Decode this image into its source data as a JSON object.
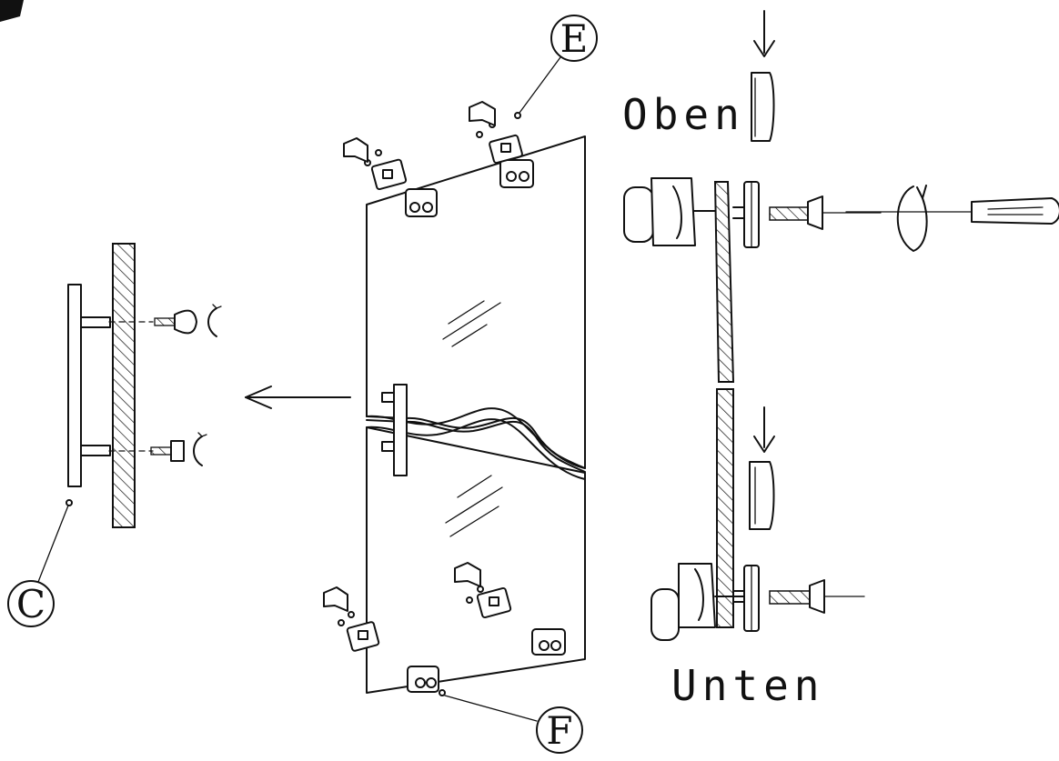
{
  "callouts": {
    "e": "E",
    "f": "F",
    "c": "C"
  },
  "labels": {
    "top": "Oben",
    "bottom": "Unten"
  },
  "colors": {
    "line": "#111111",
    "background": "#ffffff"
  }
}
